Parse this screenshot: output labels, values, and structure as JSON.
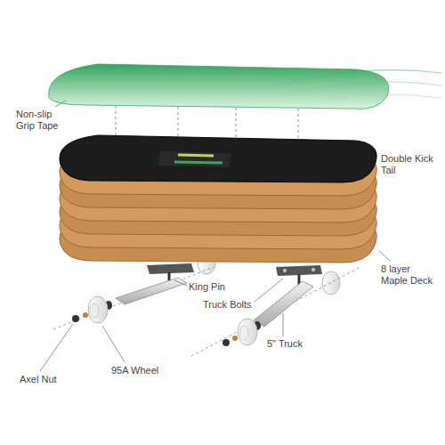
{
  "diagram": {
    "labels": [
      "Non-slip Grip Tape",
      "Double Kick Tail",
      "King Pin",
      "8 layer Maple Deck",
      "Truck Bolts",
      "5\" Truck",
      "95A Wheel",
      "Axel Nut"
    ]
  }
}
